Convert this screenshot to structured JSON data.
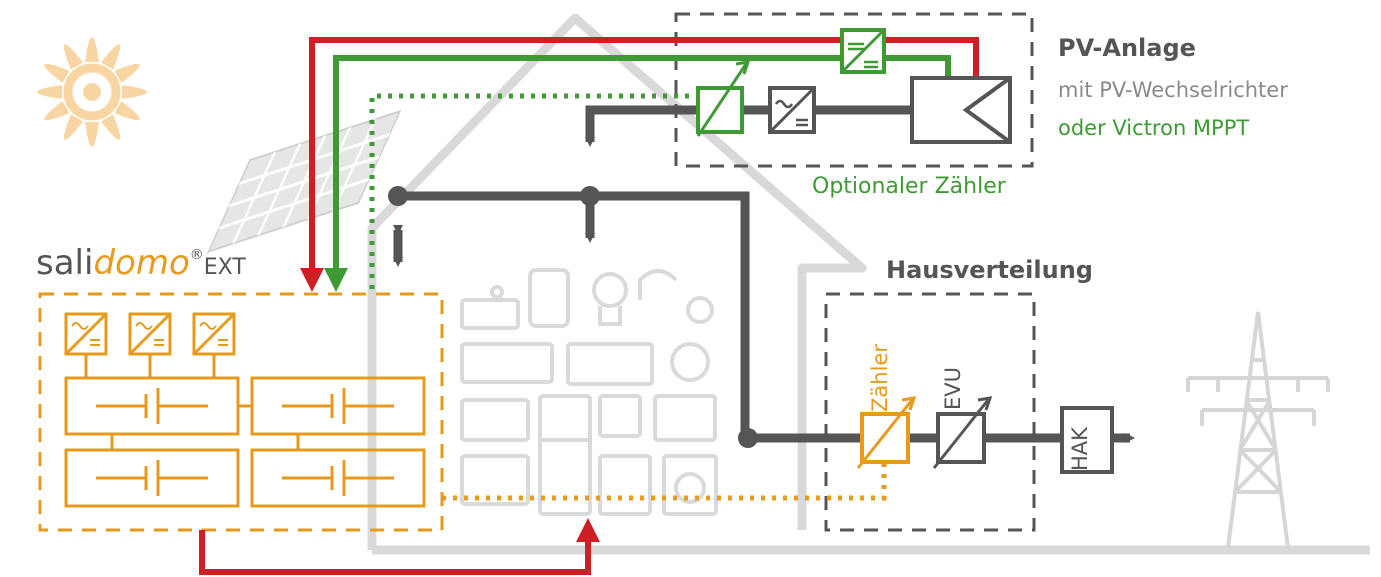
{
  "labels": {
    "pv_title": "PV-Anlage",
    "pv_sub1": "mit PV-Wechselrichter",
    "pv_sub2": "oder Victron MPPT",
    "optional_meter": "Optionaler Zähler",
    "distribution": "Hausverteilung",
    "meter": "Zähler",
    "evu": "EVU",
    "hak": "HAK"
  },
  "brand": {
    "part1": "sali",
    "part2": "domo",
    "reg": "®",
    "suffix": "EXT"
  },
  "colors": {
    "red": "#cc1f26",
    "green": "#3f9a35",
    "orange": "#e89a1c",
    "dark_gray": "#555555",
    "light_gray": "#d6d6d6",
    "sun": "#f8d6a3"
  },
  "icons": [
    "sun-icon",
    "solar-panel-icon",
    "house-outline-icon",
    "appliances-icon",
    "power-pylon-icon",
    "inverter-icon",
    "battery-icon",
    "meter-icon"
  ]
}
